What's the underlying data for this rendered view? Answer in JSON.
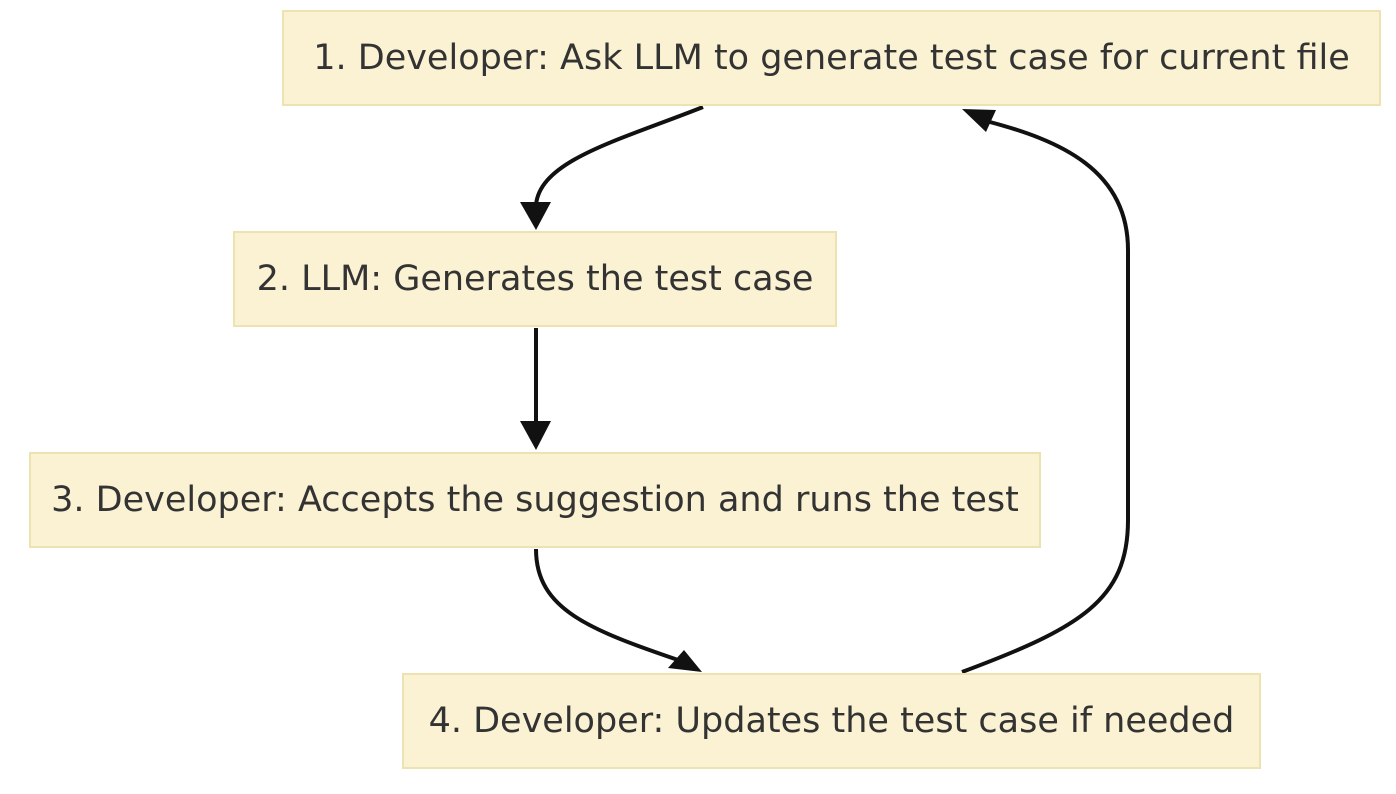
{
  "diagram": {
    "type": "flowchart",
    "colors": {
      "node_fill": "#faf2d3",
      "node_border": "#ece3b0",
      "edge": "#111111",
      "text": "#333333"
    },
    "nodes": [
      {
        "id": "1",
        "label": "1. Developer: Ask LLM to generate test case for current file"
      },
      {
        "id": "2",
        "label": "2. LLM: Generates the test case"
      },
      {
        "id": "3",
        "label": "3. Developer: Accepts the suggestion and runs the test"
      },
      {
        "id": "4",
        "label": "4. Developer: Updates the test case if needed"
      }
    ],
    "edges": [
      {
        "from": "1",
        "to": "2"
      },
      {
        "from": "2",
        "to": "3"
      },
      {
        "from": "3",
        "to": "4"
      },
      {
        "from": "4",
        "to": "1"
      }
    ]
  }
}
